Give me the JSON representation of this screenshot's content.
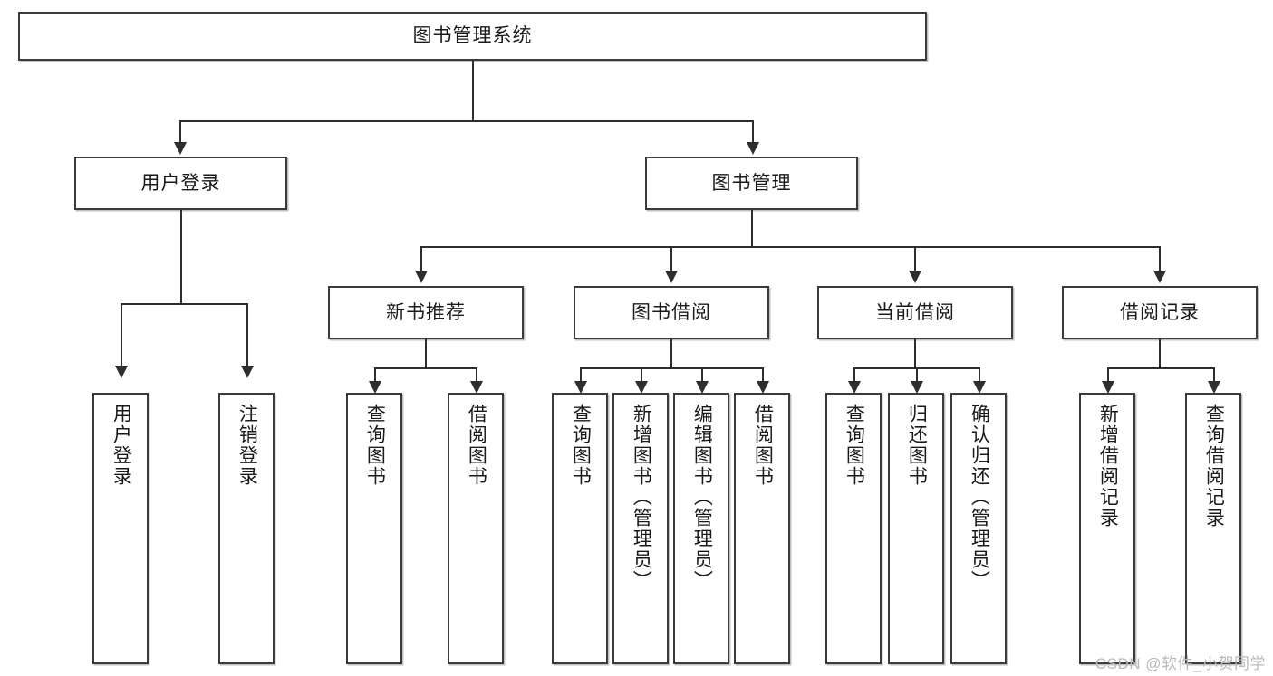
{
  "diagram": {
    "title": "图书管理系统",
    "root": {
      "label": "图书管理系统"
    },
    "level2": [
      {
        "label": "用户登录"
      },
      {
        "label": "图书管理"
      }
    ],
    "level3": [
      {
        "label": "新书推荐"
      },
      {
        "label": "图书借阅"
      },
      {
        "label": "当前借阅"
      },
      {
        "label": "借阅记录"
      }
    ],
    "leaves": {
      "user_login": [
        {
          "label": "用户登录"
        },
        {
          "label": "注销登录"
        }
      ],
      "new_book_recommend": [
        {
          "label": "查询图书"
        },
        {
          "label": "借阅图书"
        }
      ],
      "book_borrow": [
        {
          "label": "查询图书"
        },
        {
          "label": "新增图书（管理员）"
        },
        {
          "label": "编辑图书（管理员）"
        },
        {
          "label": "借阅图书"
        }
      ],
      "current_borrow": [
        {
          "label": "查询图书"
        },
        {
          "label": "归还图书"
        },
        {
          "label": "确认归还（管理员）"
        }
      ],
      "borrow_record": [
        {
          "label": "新增借阅记录"
        },
        {
          "label": "查询借阅记录"
        }
      ]
    }
  },
  "watermark": {
    "text": "CSDN @软件_小贺同学"
  },
  "colors": {
    "box_border": "#3b3b3b",
    "line": "#2e2e2e",
    "background": "#ffffff",
    "text": "#1a1a1a",
    "watermark": "#b9b9b9"
  }
}
